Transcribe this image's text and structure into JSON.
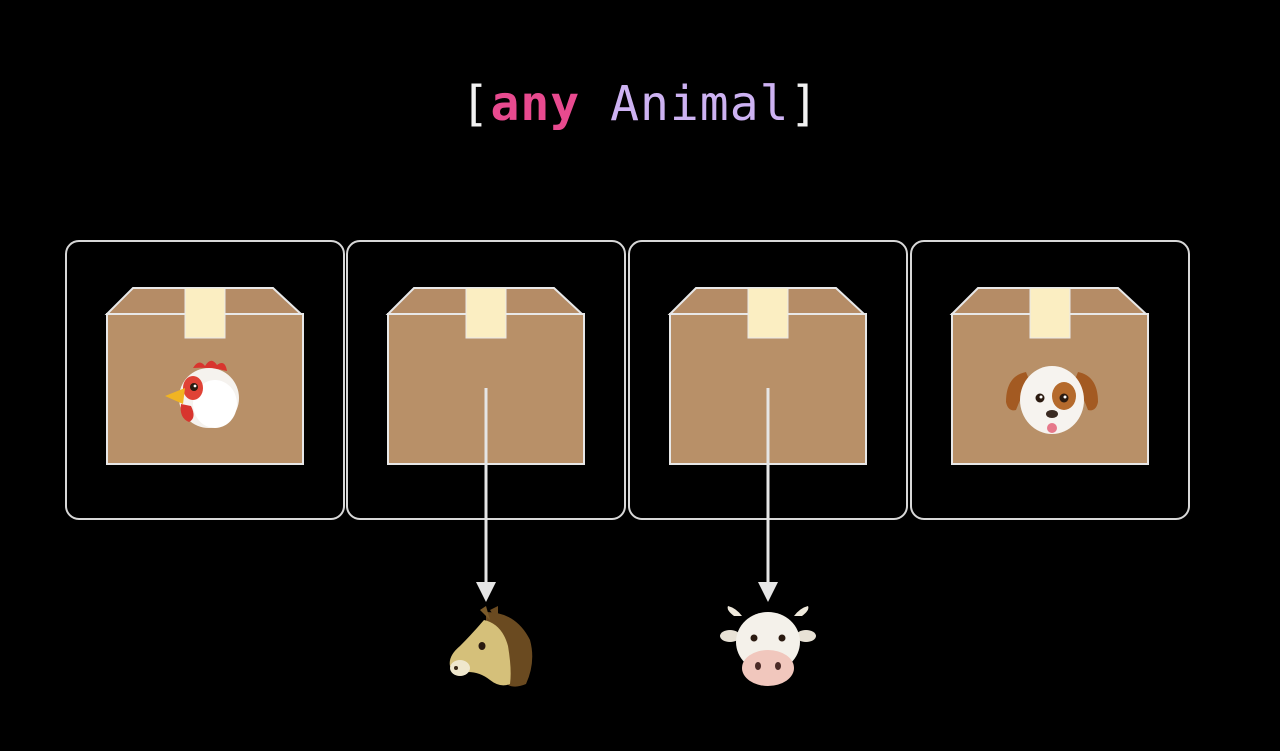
{
  "title": {
    "open_bracket": "[",
    "keyword": "any",
    "type_name": "Animal",
    "close_bracket": "]"
  },
  "colors": {
    "background": "#000000",
    "keyword": "#e84a8f",
    "type_name": "#cdb2f2",
    "bracket": "#f2f2f2",
    "cell_border": "#d8d8d8",
    "box": "#b89068",
    "tape": "#fbeec2",
    "arrow": "#e6e6e6"
  },
  "cells": [
    {
      "contents": "chicken-icon",
      "extracted": false
    },
    {
      "contents": "empty",
      "extracted": true,
      "extracted_animal": "horse-icon"
    },
    {
      "contents": "empty",
      "extracted": true,
      "extracted_animal": "cow-icon"
    },
    {
      "contents": "dog-icon",
      "extracted": false
    }
  ]
}
